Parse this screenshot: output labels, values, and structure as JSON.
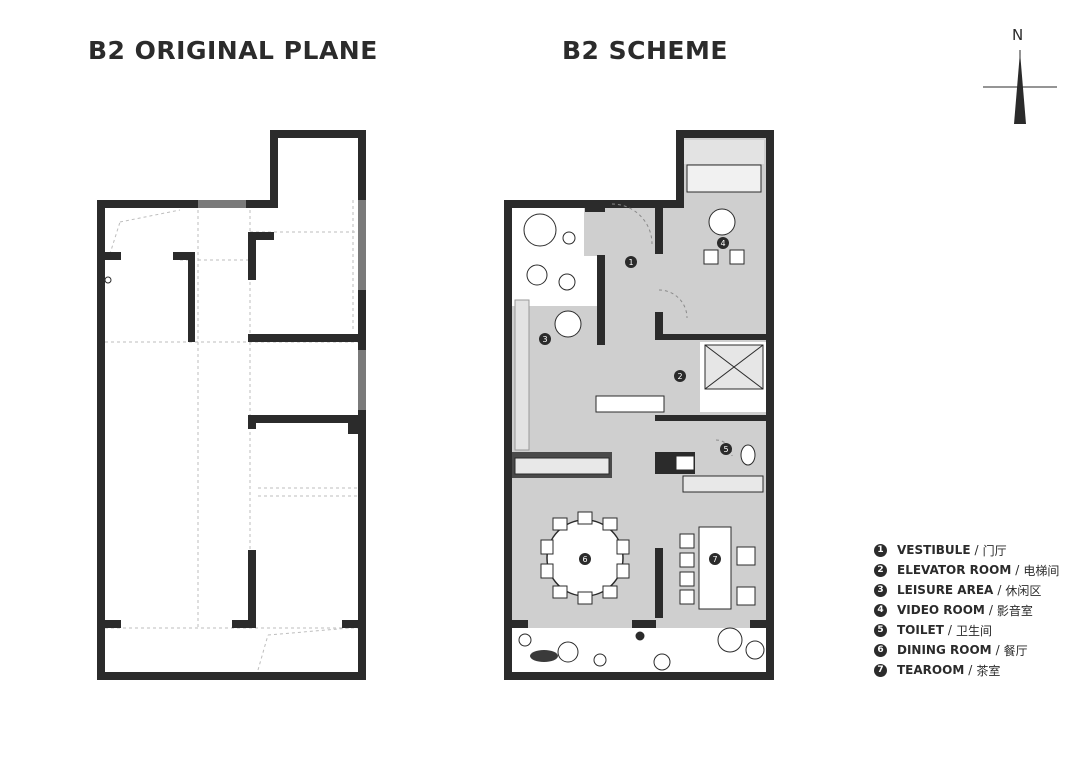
{
  "titles": {
    "original": "B2 ORIGINAL PLANE",
    "scheme": "B2 SCHEME"
  },
  "north_label": "N",
  "room_markers": [
    "1",
    "2",
    "3",
    "4",
    "5",
    "6",
    "7"
  ],
  "legend": [
    {
      "num": "1",
      "en": "VESTIBULE",
      "sep": "/",
      "cn": "门厅"
    },
    {
      "num": "2",
      "en": "ELEVATOR ROOM",
      "sep": "/",
      "cn": "电梯间"
    },
    {
      "num": "3",
      "en": "LEISURE AREA",
      "sep": "/",
      "cn": "休闲区"
    },
    {
      "num": "4",
      "en": "VIDEO ROOM",
      "sep": "/",
      "cn": "影音室"
    },
    {
      "num": "5",
      "en": "TOILET",
      "sep": "/",
      "cn": "卫生间"
    },
    {
      "num": "6",
      "en": "DINING ROOM",
      "sep": "/",
      "cn": "餐厅"
    },
    {
      "num": "7",
      "en": "TEAROOM",
      "sep": "/",
      "cn": "茶室"
    }
  ],
  "colors": {
    "wall": "#2b2b2b",
    "floor": "#cfcfcf",
    "hatch": "#d9d9d9",
    "text": "#2b2b2b"
  }
}
